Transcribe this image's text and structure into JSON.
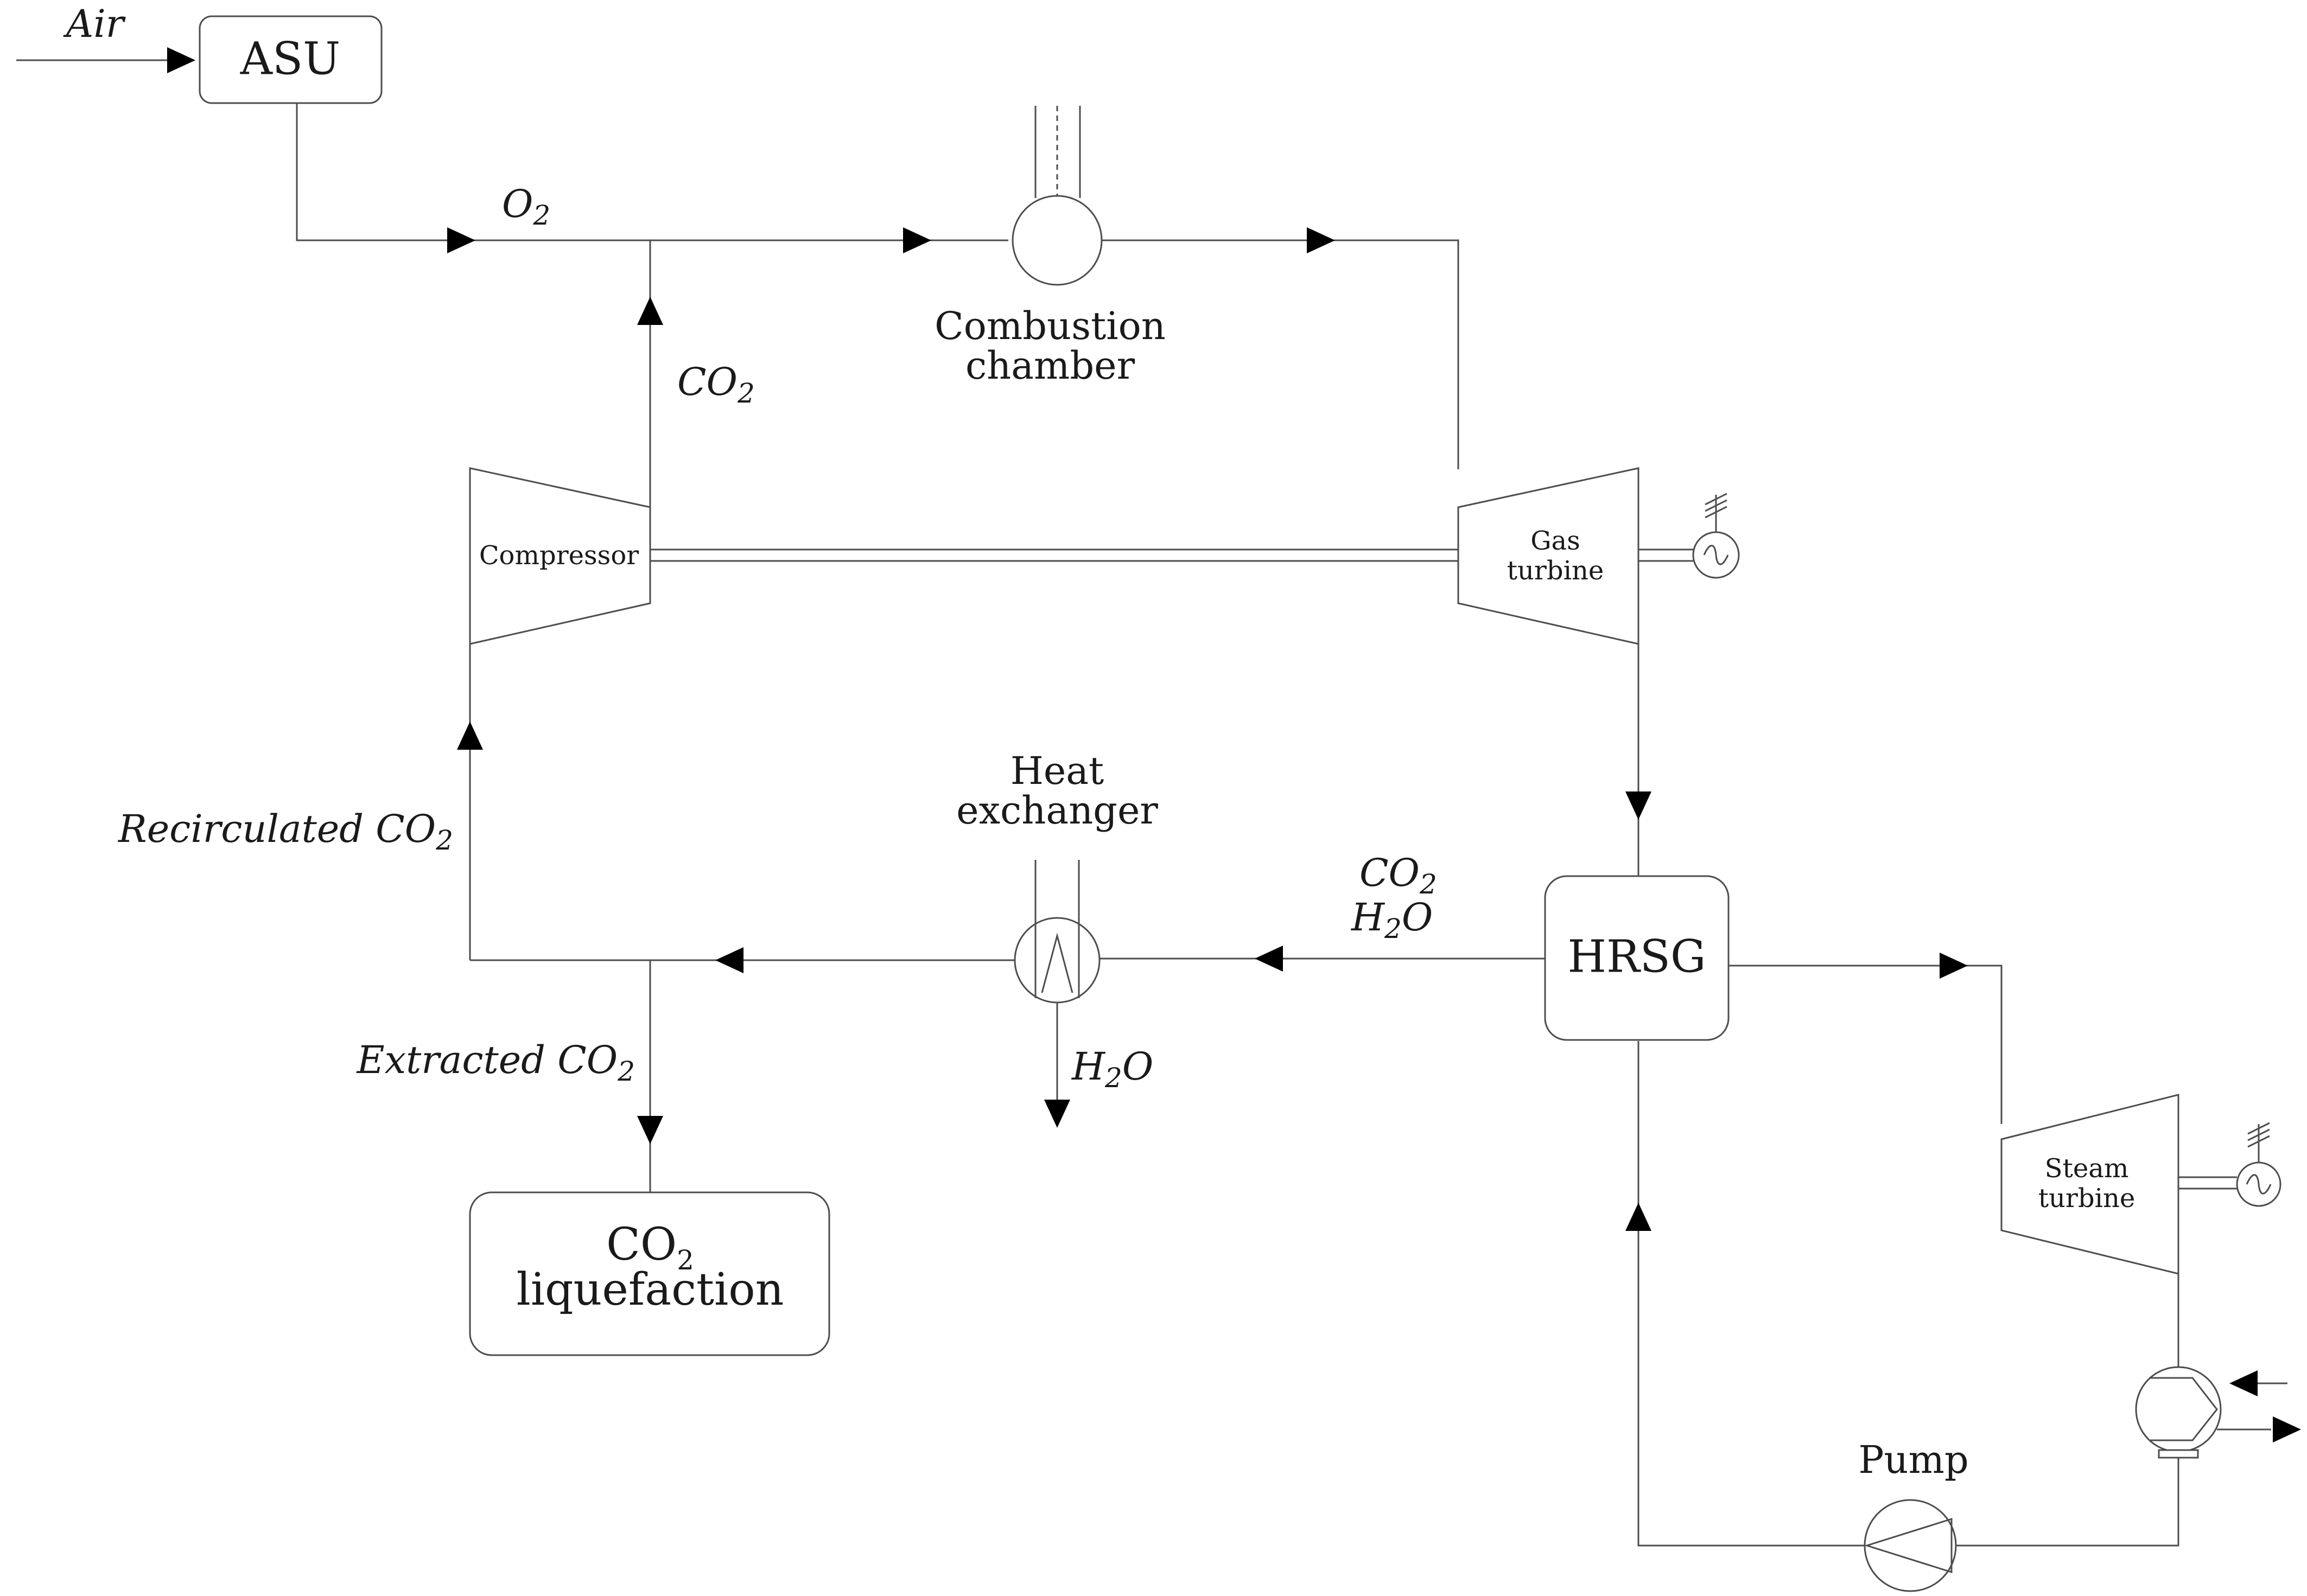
{
  "diagram": {
    "units": {
      "asu": "ASU",
      "combustion_chamber": [
        "Combustion",
        "chamber"
      ],
      "compressor": "Compressor",
      "gas_turbine": [
        "Gas",
        "turbine"
      ],
      "hrsg": "HRSG",
      "heat_exchanger": [
        "Heat",
        "exchanger"
      ],
      "co2_liquefaction": {
        "main": "CO",
        "sub": "2",
        "line2": "liquefaction"
      },
      "steam_turbine": [
        "Steam",
        "turbine"
      ],
      "pump": "Pump"
    },
    "streams": {
      "air": "Air",
      "o2": {
        "main": "O",
        "sub": "2"
      },
      "co2_compressor_out": {
        "main": "CO",
        "sub": "2"
      },
      "recirculated_co2": {
        "main": "Recirculated CO",
        "sub": "2"
      },
      "extracted_co2": {
        "main": "Extracted CO",
        "sub": "2"
      },
      "hx_water_out": {
        "main": "H",
        "sub": "2",
        "end": "O"
      },
      "hrsg_out_co2": {
        "main": "CO",
        "sub": "2"
      },
      "hrsg_out_h2o": {
        "main": "H",
        "sub": "2",
        "end": "O"
      }
    }
  }
}
